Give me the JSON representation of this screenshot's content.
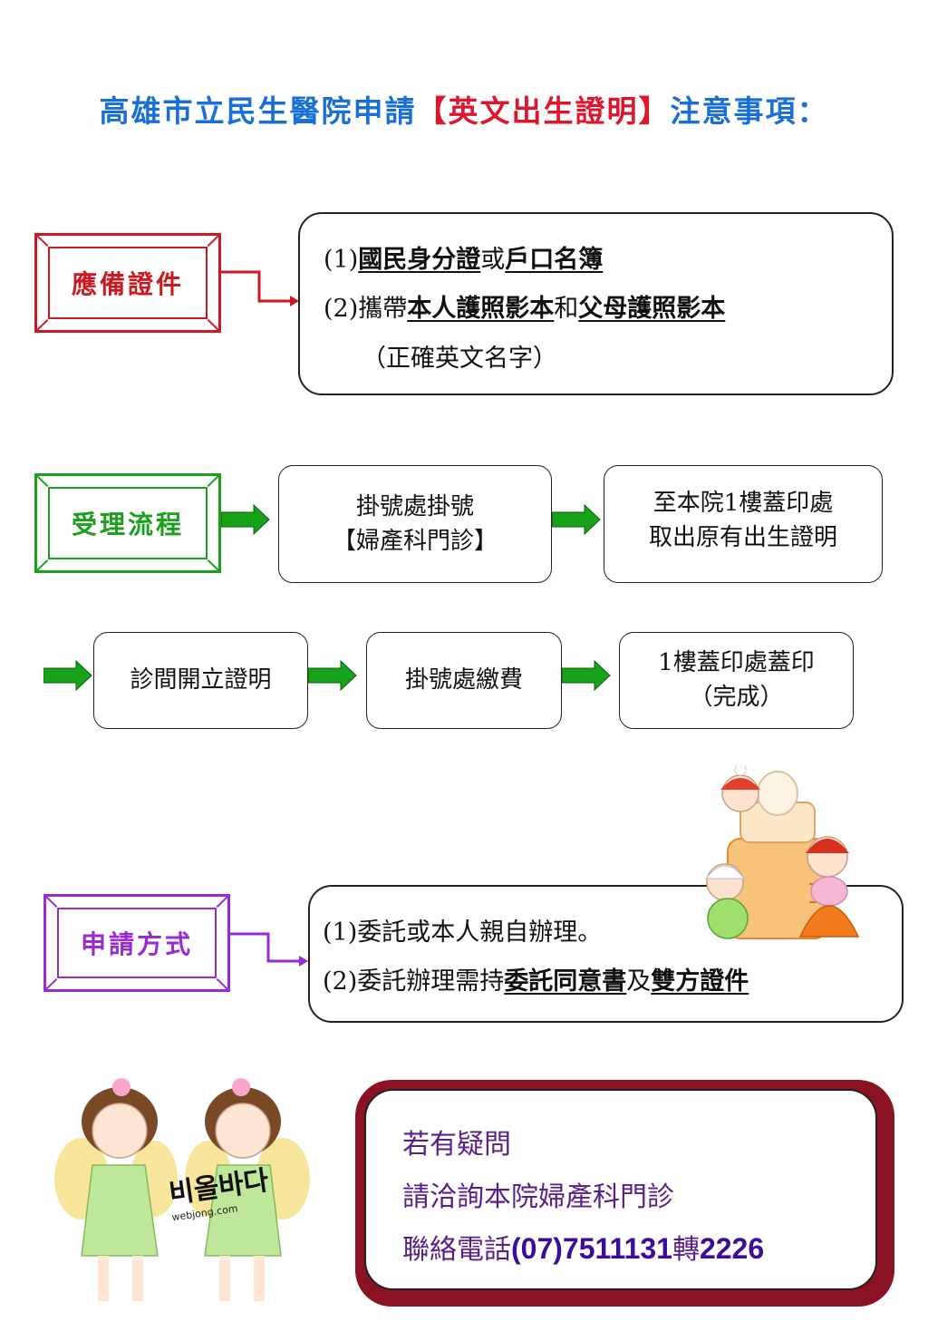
{
  "title": {
    "prefix": "高雄市立民生醫院申請",
    "highlight": "【英文出生證明】",
    "suffix": "注意事項："
  },
  "colors": {
    "title_blue": "#1a6fd6",
    "highlight_red": "#e0152b",
    "docs_red": "#cc1820",
    "process_green": "#1aa01a",
    "apply_purple": "#9a2bd1",
    "arrow_green": "#16a31a",
    "contact_border": "#8b1222",
    "contact_text": "#5a1e8c"
  },
  "required_docs": {
    "label": "應備證件",
    "item1": {
      "num": "(1)",
      "a": "國民身分證",
      "mid": "或",
      "b": "戶口名簿"
    },
    "item2": {
      "num": "(2)",
      "pre": "攜帶",
      "a": "本人護照影本",
      "mid": "和",
      "b": "父母護照影本"
    },
    "note": "（正確英文名字）"
  },
  "process": {
    "label": "受理流程",
    "steps": [
      {
        "line1": "掛號處掛號",
        "line2": "【婦產科門診】"
      },
      {
        "line1": "至本院1樓蓋印處",
        "line2": "取出原有出生證明"
      },
      {
        "line1": "診間開立證明",
        "line2": ""
      },
      {
        "line1": "掛號處繳費",
        "line2": ""
      },
      {
        "line1": "1樓蓋印處蓋印",
        "line2": "（完成）"
      }
    ]
  },
  "apply_method": {
    "label": "申請方式",
    "item1": "(1)委託或本人親自辦理。",
    "item2": {
      "pre": "(2)委託辦理需持",
      "a": "委託同意書",
      "mid": "及",
      "b": "雙方證件"
    }
  },
  "contact": {
    "line1": "若有疑問",
    "line2": "請洽詢本院婦產科門診",
    "line3_pre": "聯絡電話",
    "phone": "(07)7511131",
    "ext_label": "轉",
    "ext": "2226"
  },
  "decor": {
    "fairy_logo_text": "비올바다",
    "fairy_logo_sub": "webjong.com"
  }
}
